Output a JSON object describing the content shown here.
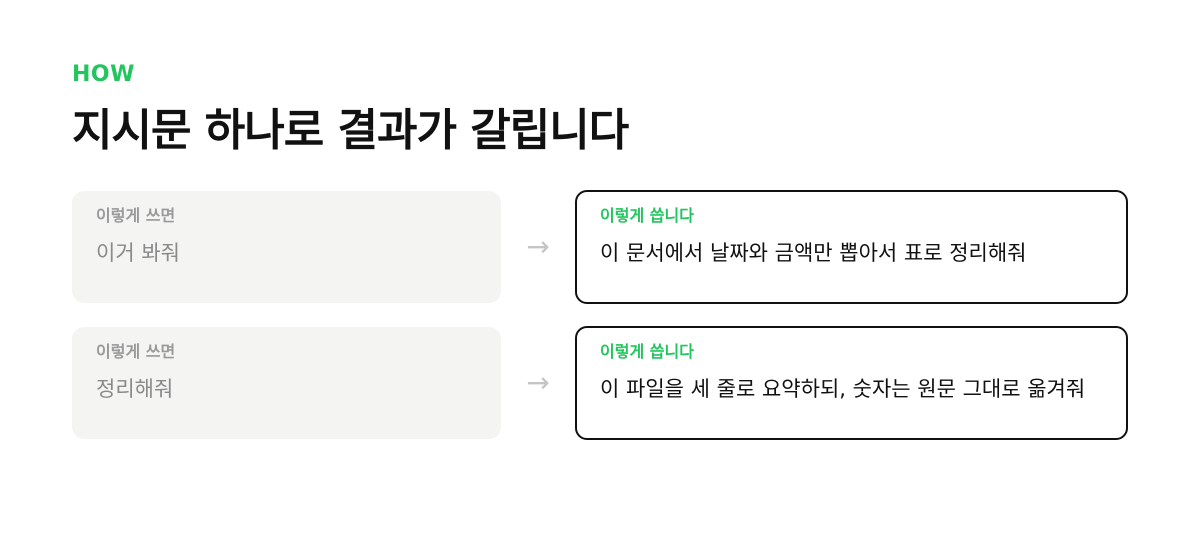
{
  "header": {
    "eyebrow": "HOW",
    "title": "지시문 하나로 결과가 갈립니다"
  },
  "arrow_glyph": "→",
  "comparisons": [
    {
      "bad_label": "이렇게 쓰면",
      "bad_text": "이거 봐줘",
      "good_label": "이렇게 씁니다",
      "good_text": "이 문서에서 날짜와 금액만 뽑아서 표로 정리해줘"
    },
    {
      "bad_label": "이렇게 쓰면",
      "bad_text": "정리해줘",
      "good_label": "이렇게 씁니다",
      "good_text": "이 파일을 세 줄로 요약하되, 숫자는 원문 그대로 옮겨줘"
    }
  ],
  "colors": {
    "accent": "#22c55e",
    "bad_card_bg": "#f4f4f3",
    "good_card_border": "#111111"
  }
}
